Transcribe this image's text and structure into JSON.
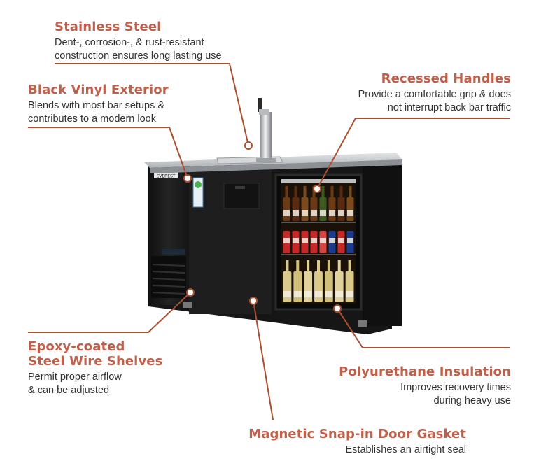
{
  "callouts": {
    "stainless": {
      "title": "Stainless Steel",
      "lines": [
        "Dent-, corrosion-, & rust-resistant",
        "construction ensures long lasting use"
      ]
    },
    "vinyl": {
      "title": "Black Vinyl Exterior",
      "lines": [
        "Blends with most bar setups &",
        "contributes to a modern look"
      ]
    },
    "handles": {
      "title": "Recessed Handles",
      "lines": [
        "Provide a comfortable grip & does",
        "not interrupt back bar traffic"
      ]
    },
    "shelves": {
      "title_lines": [
        "Epoxy-coated",
        "Steel Wire Shelves"
      ],
      "lines": [
        "Permit proper airflow",
        "& can be adjusted"
      ]
    },
    "insulation": {
      "title": "Polyurethane Insulation",
      "lines": [
        "Improves recovery times",
        "during heavy use"
      ]
    },
    "gasket": {
      "title": "Magnetic Snap-in Door Gasket",
      "lines": [
        "Establishes an airtight seal"
      ]
    }
  },
  "product": {
    "brand_badge": "EVEREST"
  },
  "colors": {
    "accent": "#c0604a",
    "leader": "#a8502f",
    "text": "#333333",
    "cabinet": "#1b1b1b",
    "steel": "#c9ccd0"
  }
}
